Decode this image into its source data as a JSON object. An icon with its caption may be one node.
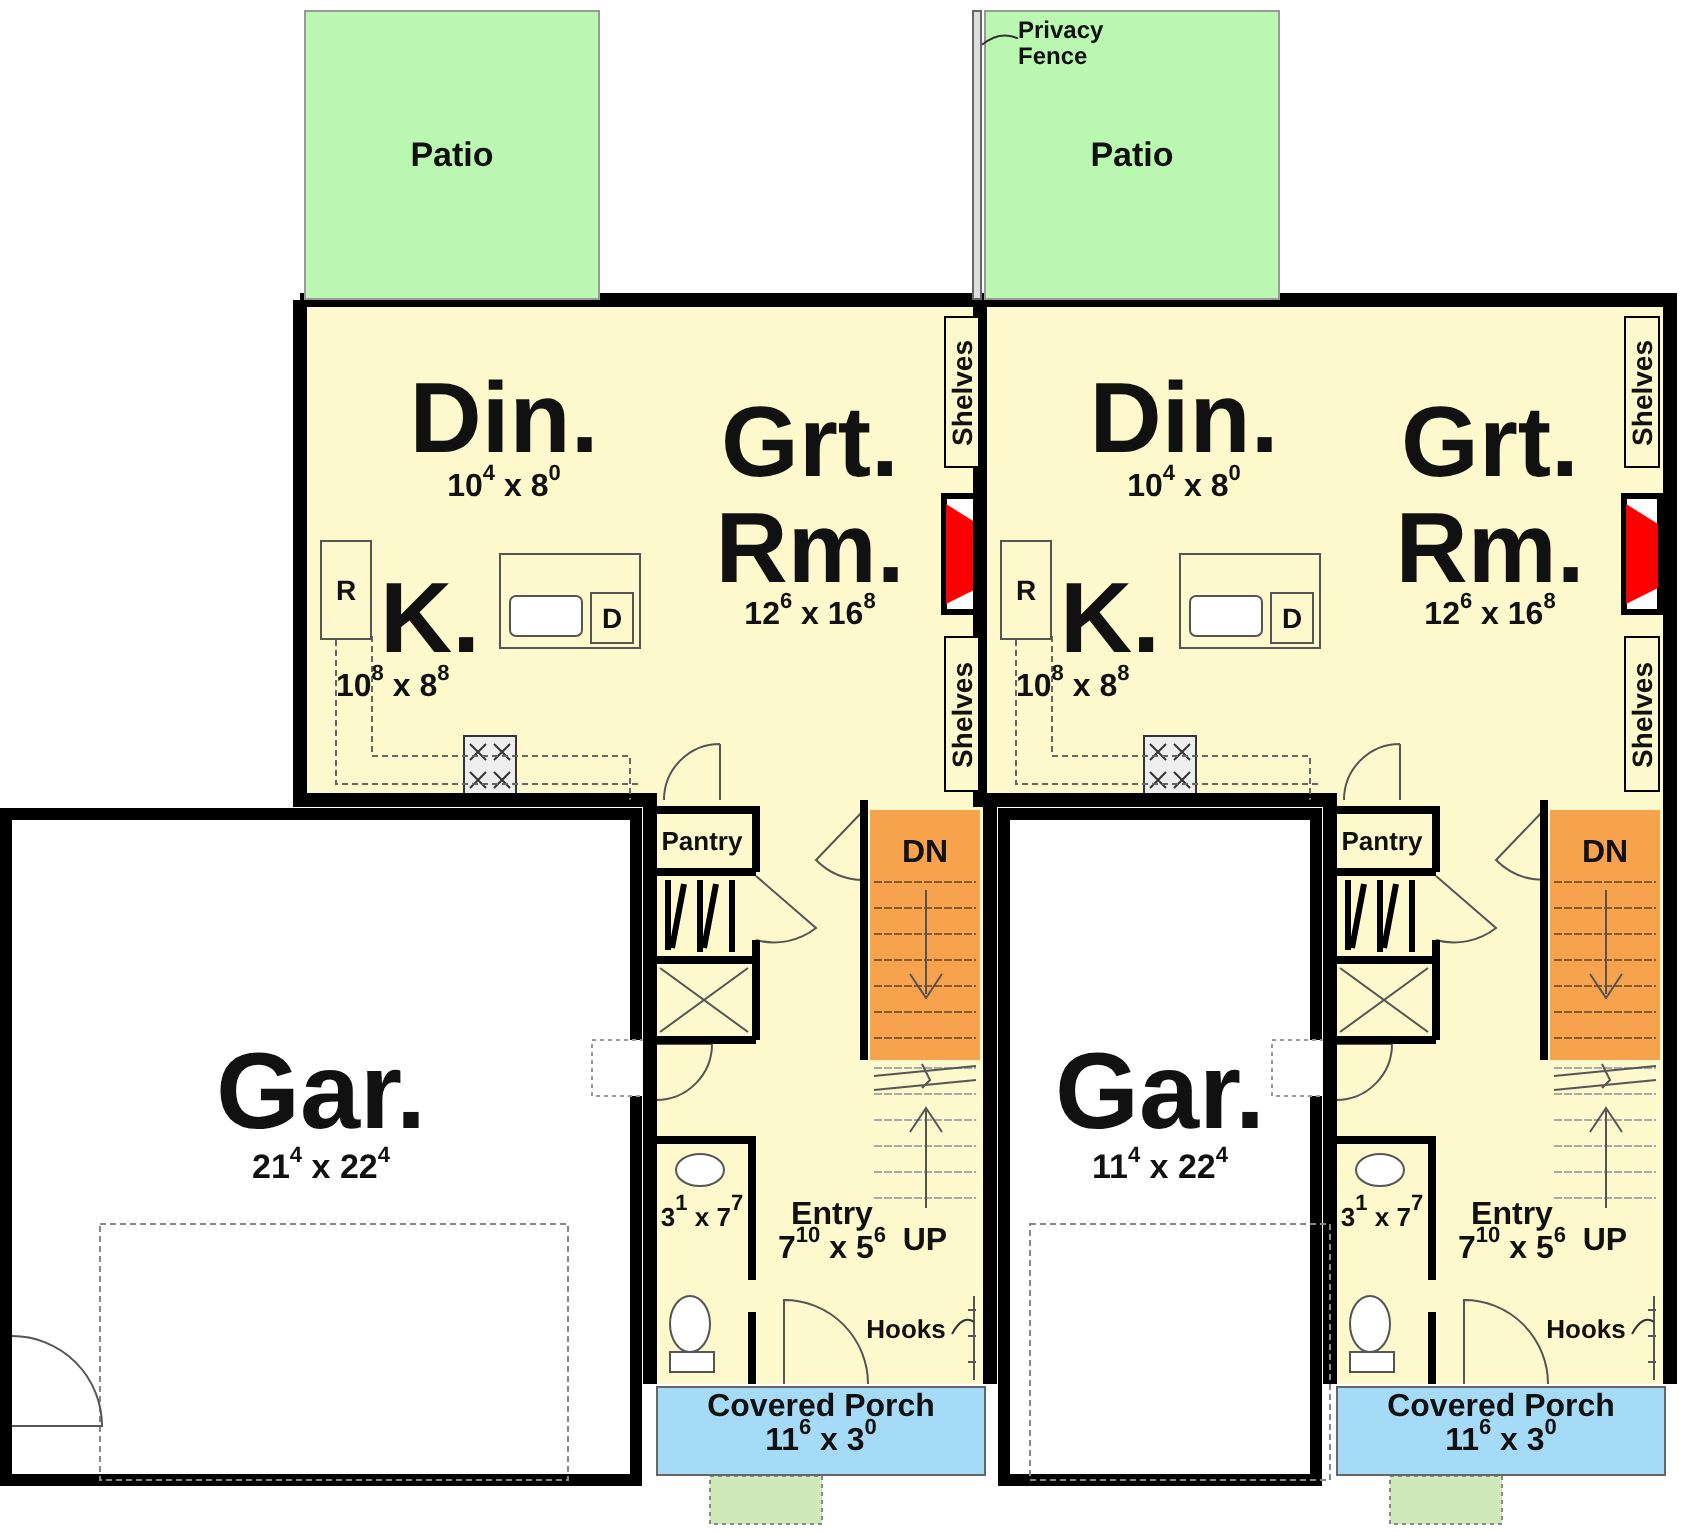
{
  "diagram": {
    "nodes": [
      {
        "text": [
          "Patio"
        ]
      },
      {
        "text": [
          "Din.",
          "10$^{4}$ x 8$^{0}$"
        ]
      },
      {
        "text": [
          "Grt. Rm.",
          "12$^{6}$ x 16$^{8}$"
        ]
      },
      {
        "text": [
          "Shelves"
        ]
      },
      {
        "text": [
          "Shelves"
        ]
      },
      {
        "text": [
          "R"
        ]
      },
      {
        "text": [
          "K.",
          "10$^{8}$ x 8$^{8}$"
        ]
      },
      {
        "text": [
          "D"
        ]
      },
      {
        "text": [
          "Pantry"
        ]
      },
      {
        "text": [
          "DN"
        ]
      },
      {
        "text": [
          "Gar.",
          "21$^{4}$ x 22$^{4}$"
        ]
      },
      {
        "text": [
          "3$^{1}$ x 7$^{7}$"
        ]
      },
      {
        "text": [
          "Entry",
          "7$^{10}$ x 5$^{6}$"
        ]
      },
      {
        "text": [
          "UP"
        ]
      },
      {
        "text": [
          "Hooks"
        ]
      },
      {
        "text": [
          "Covered Porch",
          "11$^{6}$ x 3$^{0}$"
        ]
      },
      {
        "text": [
          "Patio"
        ]
      },
      {
        "text": [
          "Din.",
          "10$^{4}$ x 8$^{0}$"
        ]
      },
      {
        "text": [
          "Grt. Rm.",
          "12$^{6}$ x 16$^{8}$"
        ]
      },
      {
        "text": [
          "Shelves"
        ]
      },
      {
        "text": [
          "Shelves"
        ]
      },
      {
        "text": [
          "R"
        ]
      },
      {
        "text": [
          "K.",
          "10$^{8}$ x 8$^{8}$"
        ]
      },
      {
        "text": [
          "D"
        ]
      },
      {
        "text": [
          "Pantry"
        ]
      },
      {
        "text": [
          "DN"
        ]
      },
      {
        "text": [
          "Gar.",
          "11$^{4}$ x 22$^{4}$"
        ]
      },
      {
        "text": [
          "3$^{1}$ x 7$^{7}$"
        ]
      },
      {
        "text": [
          "Entry",
          "7$^{10}$ x 5$^{6}$"
        ]
      },
      {
        "text": [
          "UP"
        ]
      },
      {
        "text": [
          "Hooks"
        ]
      },
      {
        "text": [
          "Covered Porch",
          "11$^{6}$ x 3$^{0}$"
        ]
      },
      {
        "text": [
          "Privacy Fence"
        ],
        "in": 16
      },
      {
        "text": [],
        "shape": "bar"
      }
    ],
    "edges": [
      {
        "from": 32,
        "to": 33,
        "arrow": "none"
      },
      {
        "from": 14,
        "to": null,
        "arrow": "none"
      },
      {
        "from": 30,
        "to": null,
        "arrow": "none"
      }
    ]
  }
}
